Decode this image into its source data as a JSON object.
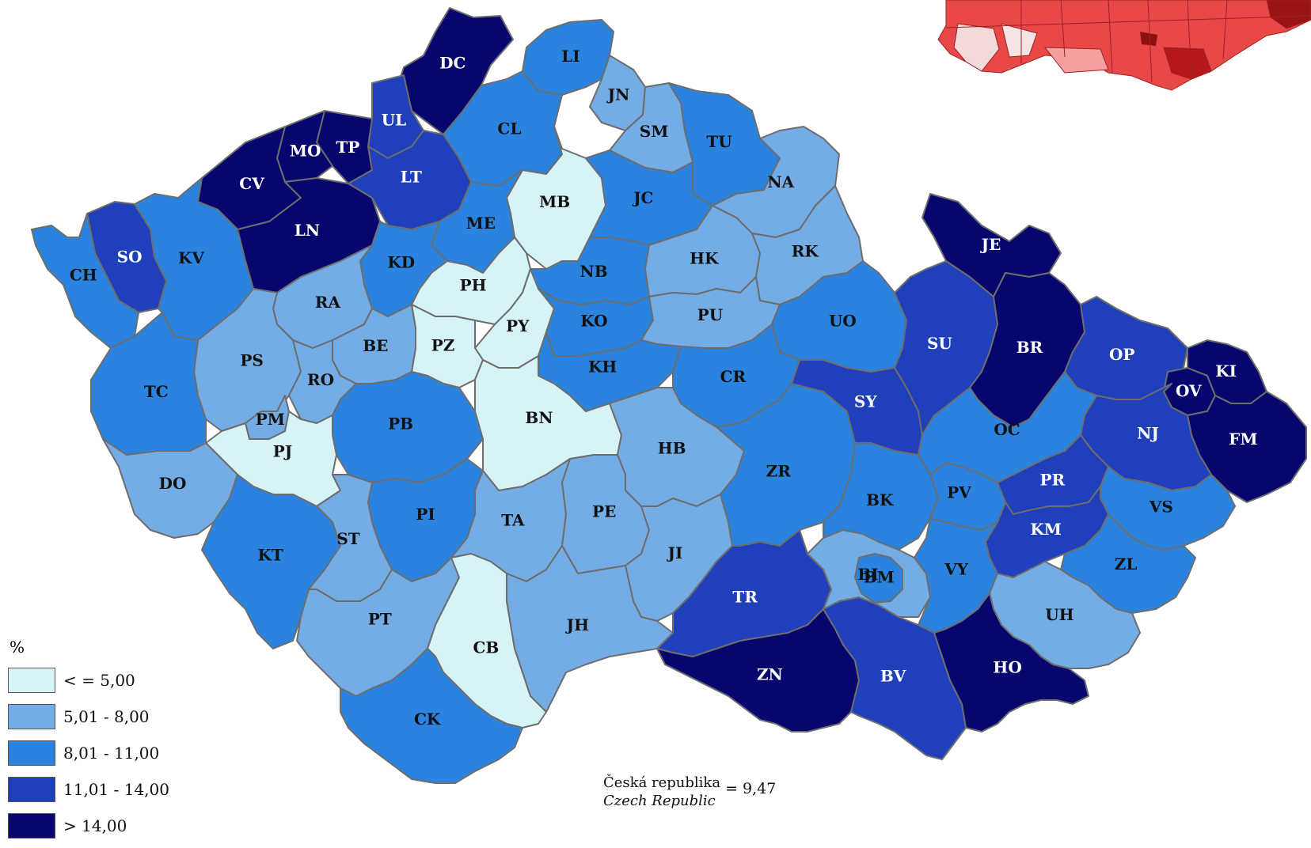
{
  "legend": {
    "title": "%",
    "items": [
      {
        "label": "< = 5,00",
        "color": "#d6f3f7"
      },
      {
        "label": "5,01 - 8,00",
        "color": "#74ade6"
      },
      {
        "label": "8,01 - 11,00",
        "color": "#2a84df"
      },
      {
        "label": "11,01 - 14,00",
        "color": "#1f3fbb"
      },
      {
        "label": "> 14,00",
        "color": "#06066e"
      }
    ]
  },
  "national_note": {
    "label_cz": "Česká republika",
    "label_en": "Czech Republic",
    "value": "= 9,47"
  },
  "districts": [
    {
      "code": "DC",
      "class": 4
    },
    {
      "code": "UL",
      "class": 3
    },
    {
      "code": "TP",
      "class": 4
    },
    {
      "code": "MO",
      "class": 4
    },
    {
      "code": "CV",
      "class": 4
    },
    {
      "code": "LN",
      "class": 4
    },
    {
      "code": "LT",
      "class": 3
    },
    {
      "code": "LI",
      "class": 2
    },
    {
      "code": "JN",
      "class": 1
    },
    {
      "code": "CL",
      "class": 2
    },
    {
      "code": "SM",
      "class": 1
    },
    {
      "code": "TU",
      "class": 2
    },
    {
      "code": "MB",
      "class": 0
    },
    {
      "code": "JC",
      "class": 2
    },
    {
      "code": "NA",
      "class": 1
    },
    {
      "code": "ME",
      "class": 2
    },
    {
      "code": "SO",
      "class": 3
    },
    {
      "code": "KV",
      "class": 2
    },
    {
      "code": "CH",
      "class": 2
    },
    {
      "code": "KD",
      "class": 2
    },
    {
      "code": "RA",
      "class": 1
    },
    {
      "code": "NB",
      "class": 2
    },
    {
      "code": "HK",
      "class": 1
    },
    {
      "code": "RK",
      "class": 1
    },
    {
      "code": "PH",
      "class": 0
    },
    {
      "code": "PY",
      "class": 0
    },
    {
      "code": "PZ",
      "class": 0
    },
    {
      "code": "KO",
      "class": 2
    },
    {
      "code": "PU",
      "class": 1
    },
    {
      "code": "UO",
      "class": 2
    },
    {
      "code": "PS",
      "class": 1
    },
    {
      "code": "BE",
      "class": 1
    },
    {
      "code": "RO",
      "class": 1
    },
    {
      "code": "KH",
      "class": 2
    },
    {
      "code": "CR",
      "class": 2
    },
    {
      "code": "TC",
      "class": 2
    },
    {
      "code": "PM",
      "class": 1
    },
    {
      "code": "PB",
      "class": 2
    },
    {
      "code": "BN",
      "class": 0
    },
    {
      "code": "HB",
      "class": 1
    },
    {
      "code": "PJ",
      "class": 0
    },
    {
      "code": "DO",
      "class": 1
    },
    {
      "code": "PI",
      "class": 2
    },
    {
      "code": "TA",
      "class": 1
    },
    {
      "code": "PE",
      "class": 1
    },
    {
      "code": "JI",
      "class": 1
    },
    {
      "code": "ZR",
      "class": 2
    },
    {
      "code": "KT",
      "class": 2
    },
    {
      "code": "ST",
      "class": 1
    },
    {
      "code": "JH",
      "class": 1
    },
    {
      "code": "TR",
      "class": 3
    },
    {
      "code": "PT",
      "class": 1
    },
    {
      "code": "CB",
      "class": 0
    },
    {
      "code": "CK",
      "class": 2
    },
    {
      "code": "ZN",
      "class": 4
    },
    {
      "code": "BV",
      "class": 3
    },
    {
      "code": "BM",
      "class": 2
    },
    {
      "code": "BI",
      "class": 1
    },
    {
      "code": "BK",
      "class": 2
    },
    {
      "code": "SY",
      "class": 3
    },
    {
      "code": "SU",
      "class": 3
    },
    {
      "code": "JE",
      "class": 4
    },
    {
      "code": "BR",
      "class": 4
    },
    {
      "code": "OP",
      "class": 3
    },
    {
      "code": "OV",
      "class": 4
    },
    {
      "code": "KI",
      "class": 4
    },
    {
      "code": "FM",
      "class": 4
    },
    {
      "code": "NJ",
      "class": 3
    },
    {
      "code": "OC",
      "class": 2
    },
    {
      "code": "PV",
      "class": 2
    },
    {
      "code": "PR",
      "class": 3
    },
    {
      "code": "VS",
      "class": 2
    },
    {
      "code": "KM",
      "class": 3
    },
    {
      "code": "ZL",
      "class": 2
    },
    {
      "code": "VY",
      "class": 2
    },
    {
      "code": "UH",
      "class": 1
    },
    {
      "code": "HO",
      "class": 4
    }
  ]
}
